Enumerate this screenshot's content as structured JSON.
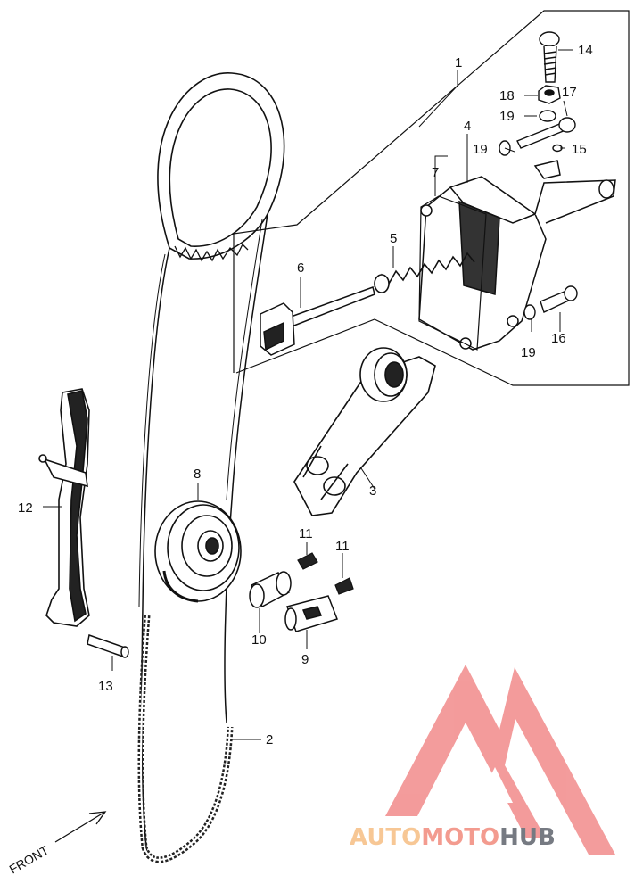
{
  "diagram": {
    "callouts": {
      "c1": "1",
      "c2": "2",
      "c3": "3",
      "c4": "4",
      "c5": "5",
      "c6": "6",
      "c7": "7",
      "c8": "8",
      "c9": "9",
      "c10": "10",
      "c11a": "11",
      "c11b": "11",
      "c12": "12",
      "c13": "13",
      "c14": "14",
      "c15": "15",
      "c16": "16",
      "c17": "17",
      "c18": "18",
      "c19a": "19",
      "c19b": "19",
      "c19c": "19"
    },
    "front_label": "FRONT"
  },
  "watermark": {
    "part1": "AUTO",
    "part2": "MOTO",
    "part3": "HUB",
    "colors": {
      "auto": "#f5b878",
      "moto": "#f08070",
      "hub": "#505560",
      "logo": "#f08080"
    }
  }
}
